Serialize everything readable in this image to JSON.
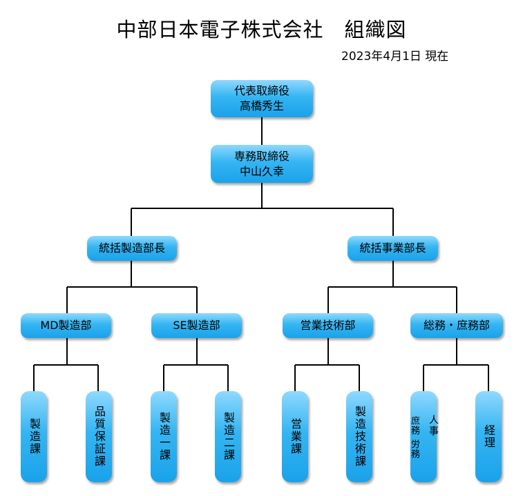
{
  "title": "中部日本電子株式会社　組織図",
  "date": "2023年4月1日 現在",
  "ceo": {
    "role": "代表取締役",
    "name": "高橋秀生"
  },
  "md": {
    "role": "専務取締役",
    "name": "中山久幸"
  },
  "gm_left": "統括製造部長",
  "gm_right": "統括事業部長",
  "depts": [
    "MD製造部",
    "SE製造部",
    "営業技術部",
    "総務・庶務部"
  ],
  "sections": {
    "s1": "製造課",
    "s2": "品質保証課",
    "s3": "製造一課",
    "s4": "製造二課",
    "s5": "営業課",
    "s6": "製造技術課",
    "s7a": "人事",
    "s7b": "庶務",
    "s7c": "労務",
    "s8": "経理"
  },
  "colors": {
    "box_top": "#8fd9ff",
    "box_bottom": "#1aa2ea",
    "line": "#000000"
  }
}
